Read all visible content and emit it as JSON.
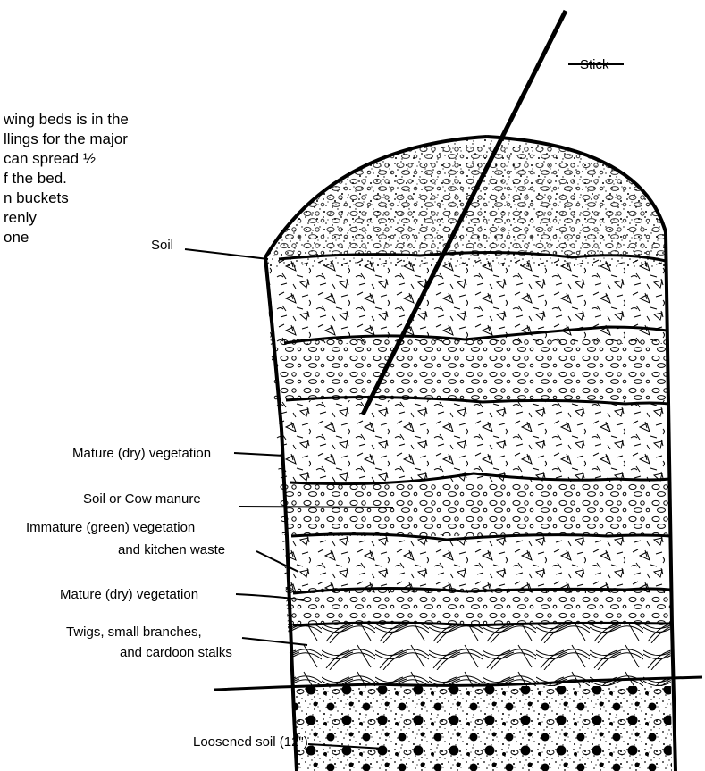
{
  "background_text": {
    "lines": [
      "wing beds is in the",
      "llings for the major",
      "can spread ½",
      "f the bed.",
      "n buckets",
      "renly",
      "one"
    ]
  },
  "diagram": {
    "labels": {
      "stick": "Stick",
      "soil_top": "Soil",
      "mature_dry_1": "Mature (dry) vegetation",
      "soil_or_cow_manure": "Soil or Cow manure",
      "immature_line1": "Immature (green) vegetation",
      "immature_line2": "and kitchen waste",
      "mature_dry_2": "Mature (dry) vegetation",
      "twigs_line1": "Twigs, small branches,",
      "twigs_line2": "and cardoon stalks",
      "loosened_soil": "Loosened soil (12\")"
    }
  }
}
